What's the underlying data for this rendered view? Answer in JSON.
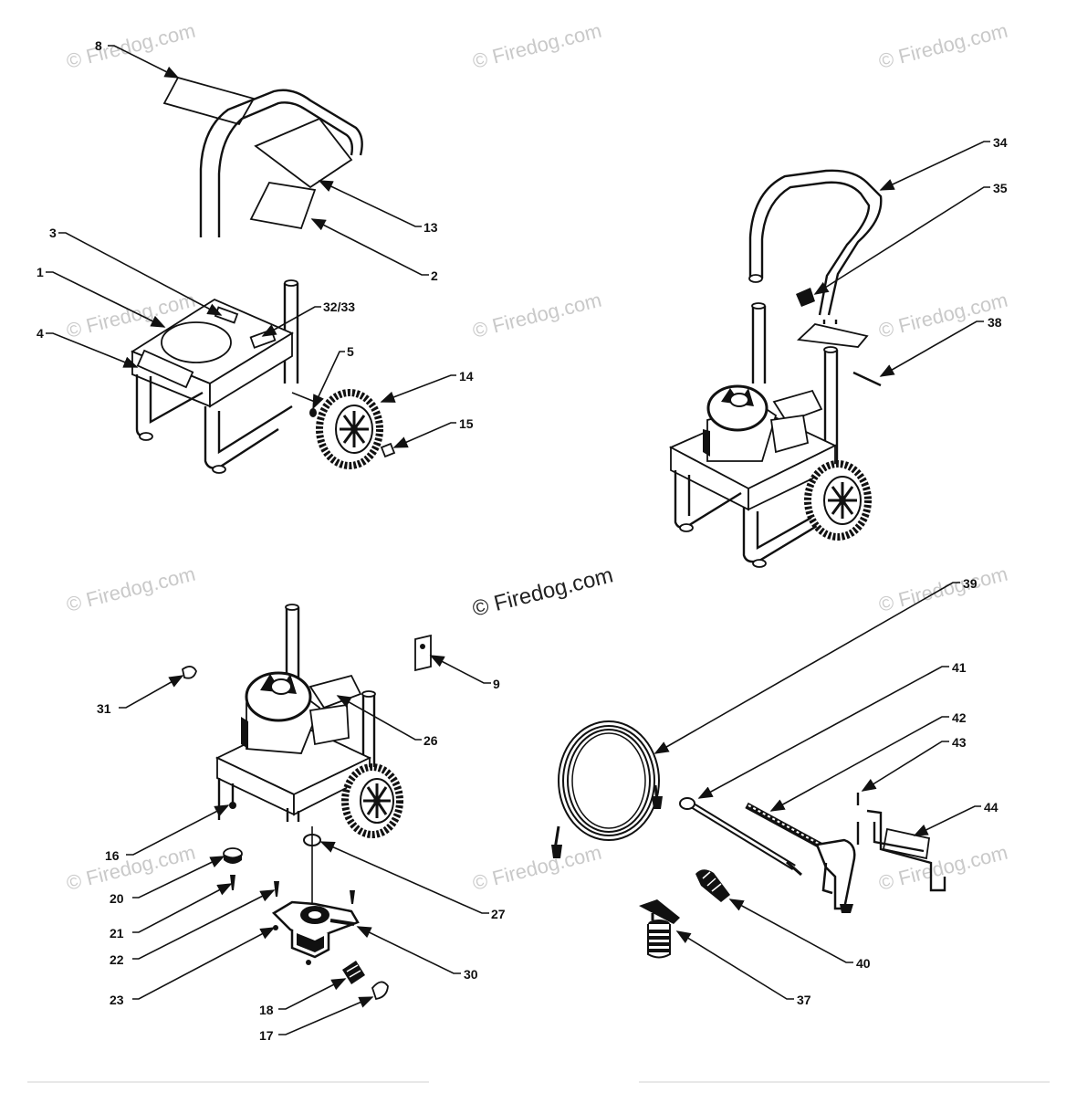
{
  "watermark": {
    "text": "© Firedog.com",
    "center_text": "© Firedog.com"
  },
  "callouts": {
    "c1": "1",
    "c2": "2",
    "c3": "3",
    "c4": "4",
    "c5": "5",
    "c8": "8",
    "c9": "9",
    "c13": "13",
    "c14": "14",
    "c15": "15",
    "c16": "16",
    "c17": "17",
    "c18": "18",
    "c20": "20",
    "c21": "21",
    "c22": "22",
    "c23": "23",
    "c26": "26",
    "c27": "27",
    "c30": "30",
    "c31": "31",
    "c32_33": "32/33",
    "c34": "34",
    "c35": "35",
    "c37": "37",
    "c38": "38",
    "c39": "39",
    "c40": "40",
    "c41": "41",
    "c42": "42",
    "c43": "43",
    "c44": "44"
  }
}
